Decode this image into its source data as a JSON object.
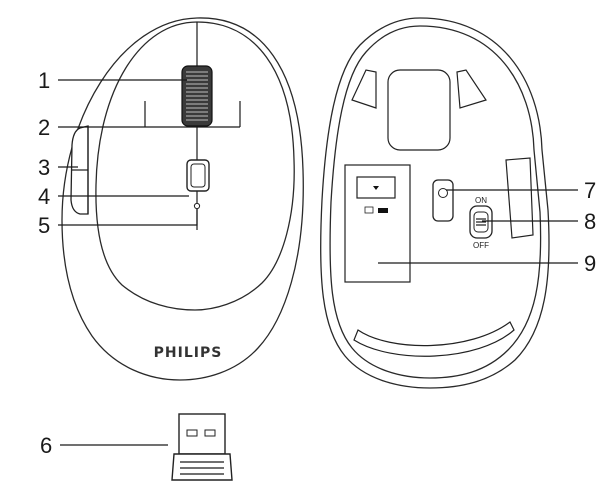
{
  "callouts": {
    "c1": "1",
    "c2": "2",
    "c3": "3",
    "c4": "4",
    "c5": "5",
    "c6": "6",
    "c7": "7",
    "c8": "8",
    "c9": "9"
  },
  "brand": "PHILIPS",
  "switch": {
    "on": "ON",
    "off": "OFF"
  }
}
